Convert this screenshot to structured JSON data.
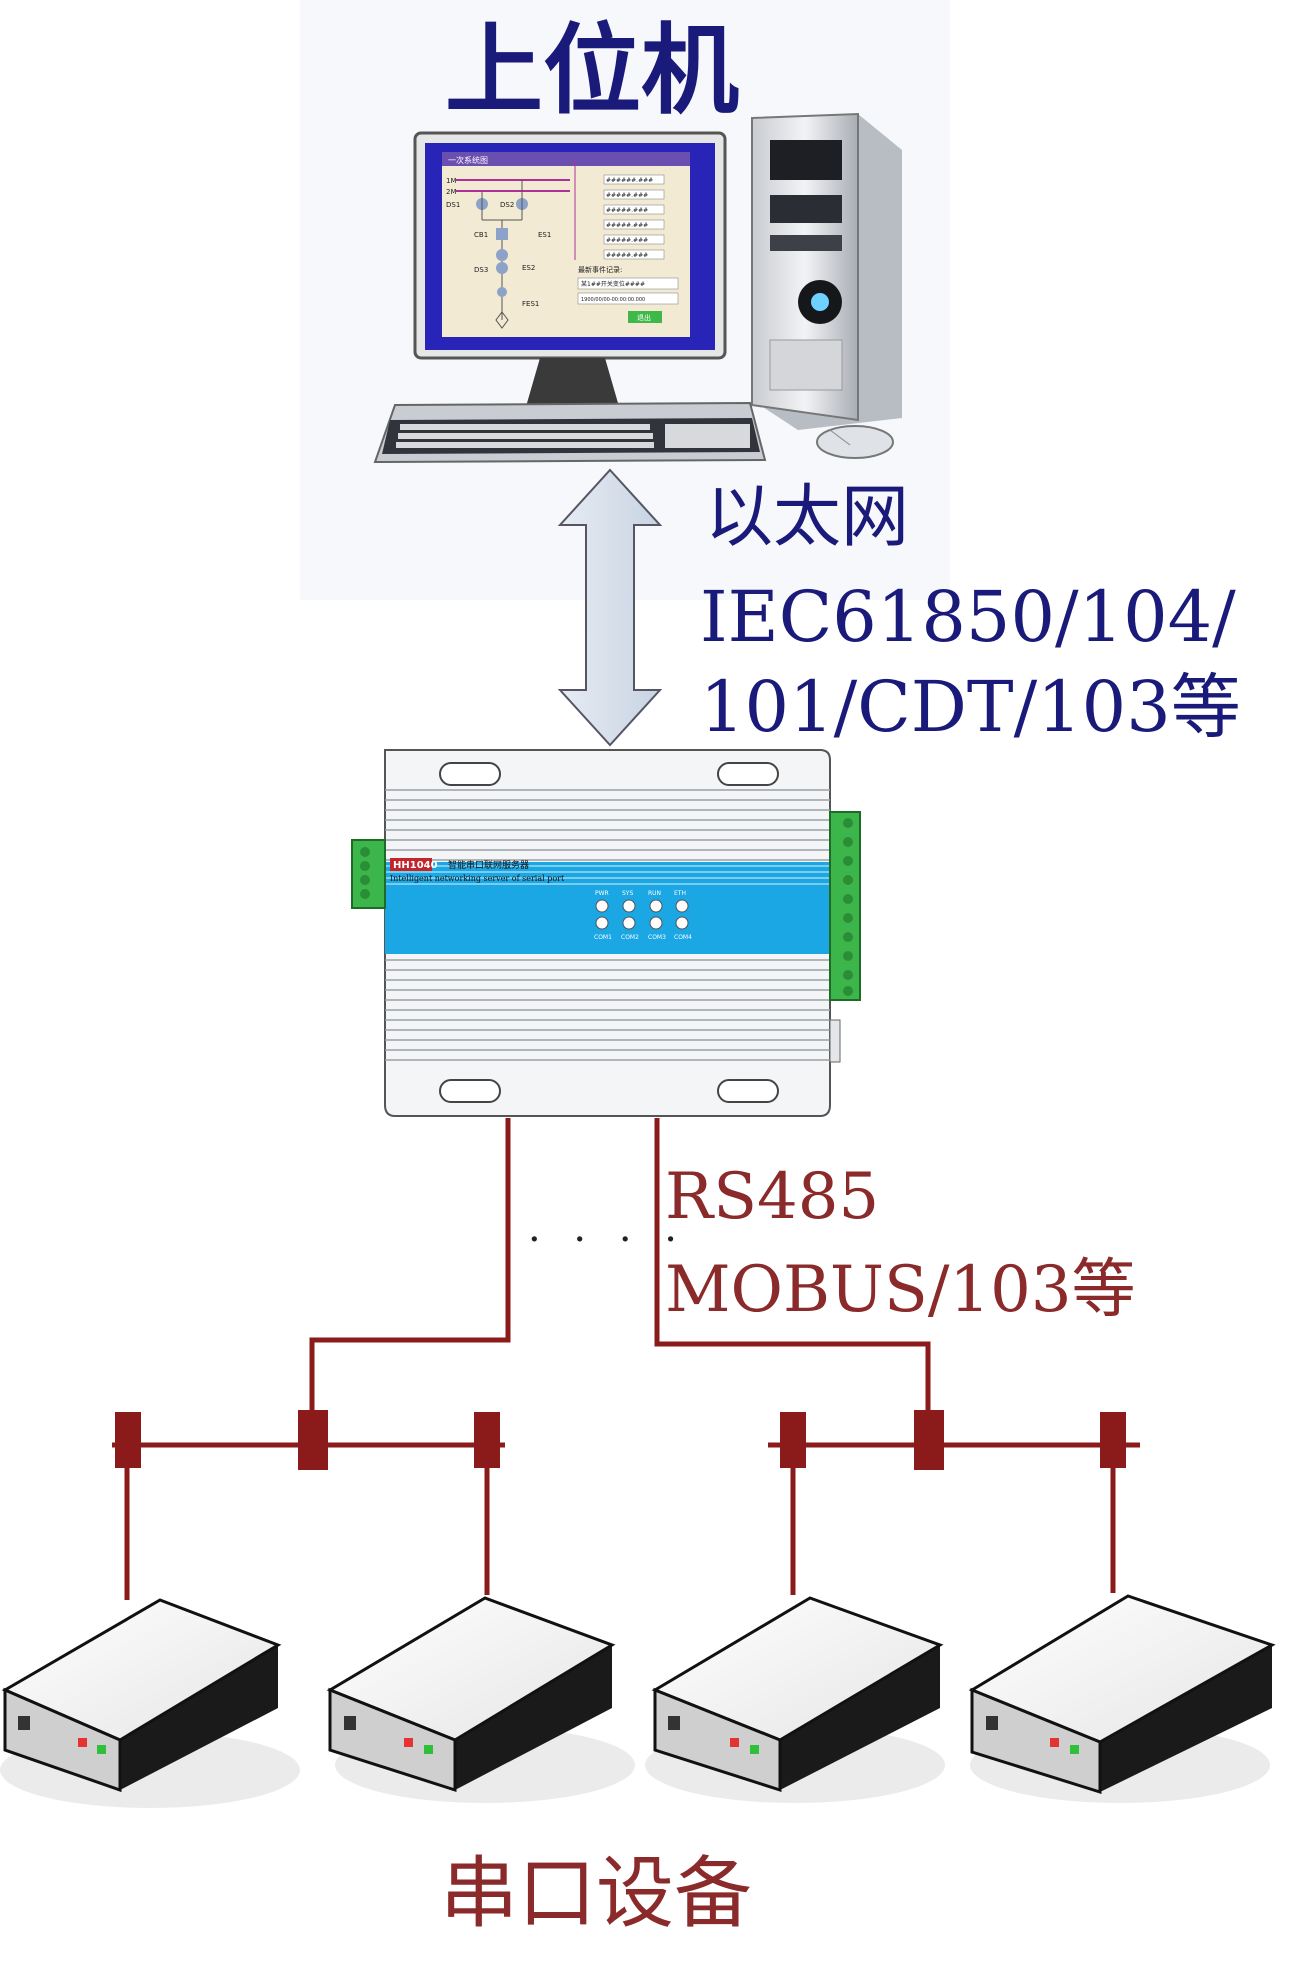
{
  "host": {
    "title": "上位机"
  },
  "ethernet": {
    "label": "以太网",
    "protocols_line1": "IEC61850/104/",
    "protocols_line2": "101/CDT/103等"
  },
  "screen": {
    "title": "一次系统图",
    "bus_labels": [
      "1M",
      "2M"
    ],
    "switch_labels": [
      "DS1",
      "DS2",
      "CB1",
      "ES1",
      "DS3",
      "ES2",
      "FES1"
    ],
    "readings": [
      "######.###",
      "#####.###",
      "#####.###",
      "#####.###",
      "#####.###",
      "#####.###"
    ],
    "event_label": "最新事件记录:",
    "event_text": "某1##开关变位####",
    "event_time": "1900/00/00-00:00:00.000",
    "button": "退出"
  },
  "gateway": {
    "model": "HH1040",
    "name_cn": "智能串口联网服务器",
    "name_en": "Intelligent networking server of serial port",
    "leds_top": [
      "PWR",
      "SYS",
      "RUN",
      "ETH"
    ],
    "leds_bottom": [
      "COM1",
      "COM2",
      "COM3",
      "COM4"
    ]
  },
  "serial": {
    "label_line1": "RS485",
    "label_line2": "MOBUS/103等",
    "ellipsis": "· · · ·"
  },
  "devices": {
    "title": "串口设备",
    "count": 4
  },
  "colors": {
    "host_text": "#1a1a7a",
    "serial_text": "#8b2a2a",
    "bus_line": "#8b1a1a",
    "gateway_band": "#1ba6e4",
    "terminal": "#3cb54a"
  }
}
